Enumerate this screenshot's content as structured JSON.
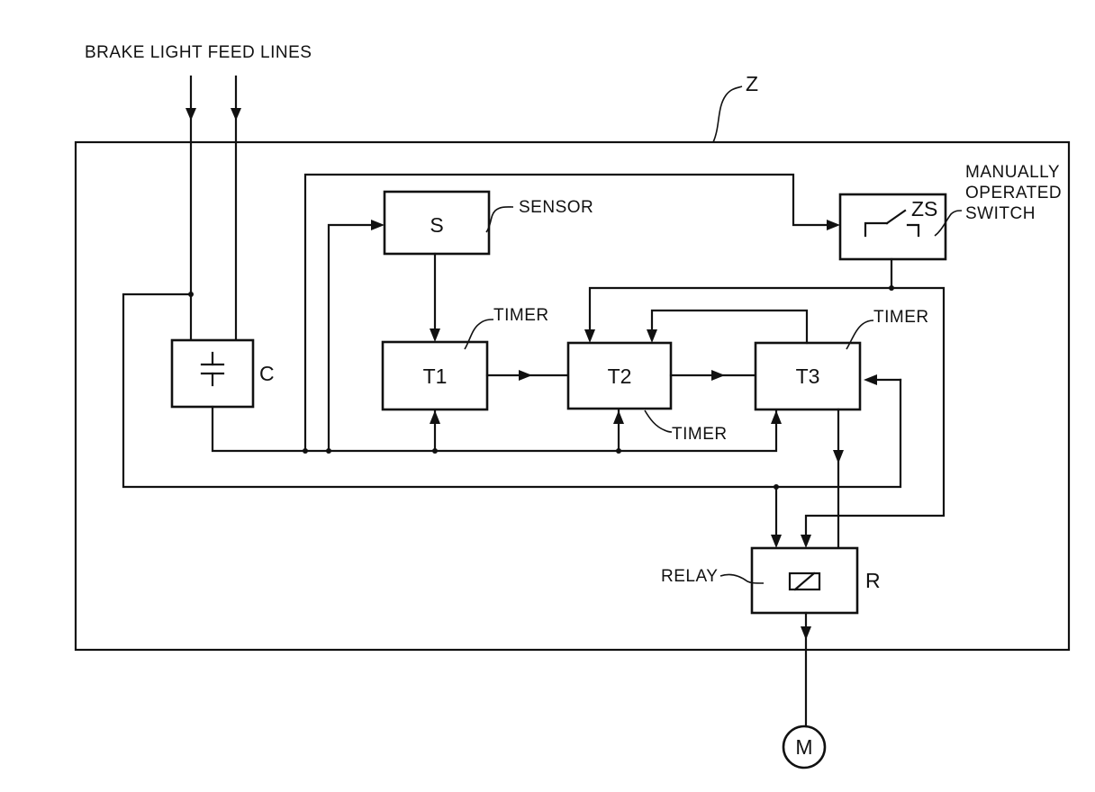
{
  "header_label": "BRAKE LIGHT FEED LINES",
  "enclosure_label": "Z",
  "blocks": {
    "sensor": {
      "symbol": "S",
      "caption": "SENSOR"
    },
    "capacitor": {
      "symbol": "C"
    },
    "timer1": {
      "symbol": "T1",
      "caption": "TIMER"
    },
    "timer2": {
      "symbol": "T2",
      "caption": "TIMER"
    },
    "timer3": {
      "symbol": "T3",
      "caption": "TIMER"
    },
    "switch": {
      "symbol": "ZS",
      "caption_lines": [
        "MANUALLY",
        "OPERATED",
        "SWITCH"
      ]
    },
    "relay": {
      "symbol": "R",
      "caption": "RELAY"
    },
    "motor": {
      "symbol": "M"
    }
  }
}
